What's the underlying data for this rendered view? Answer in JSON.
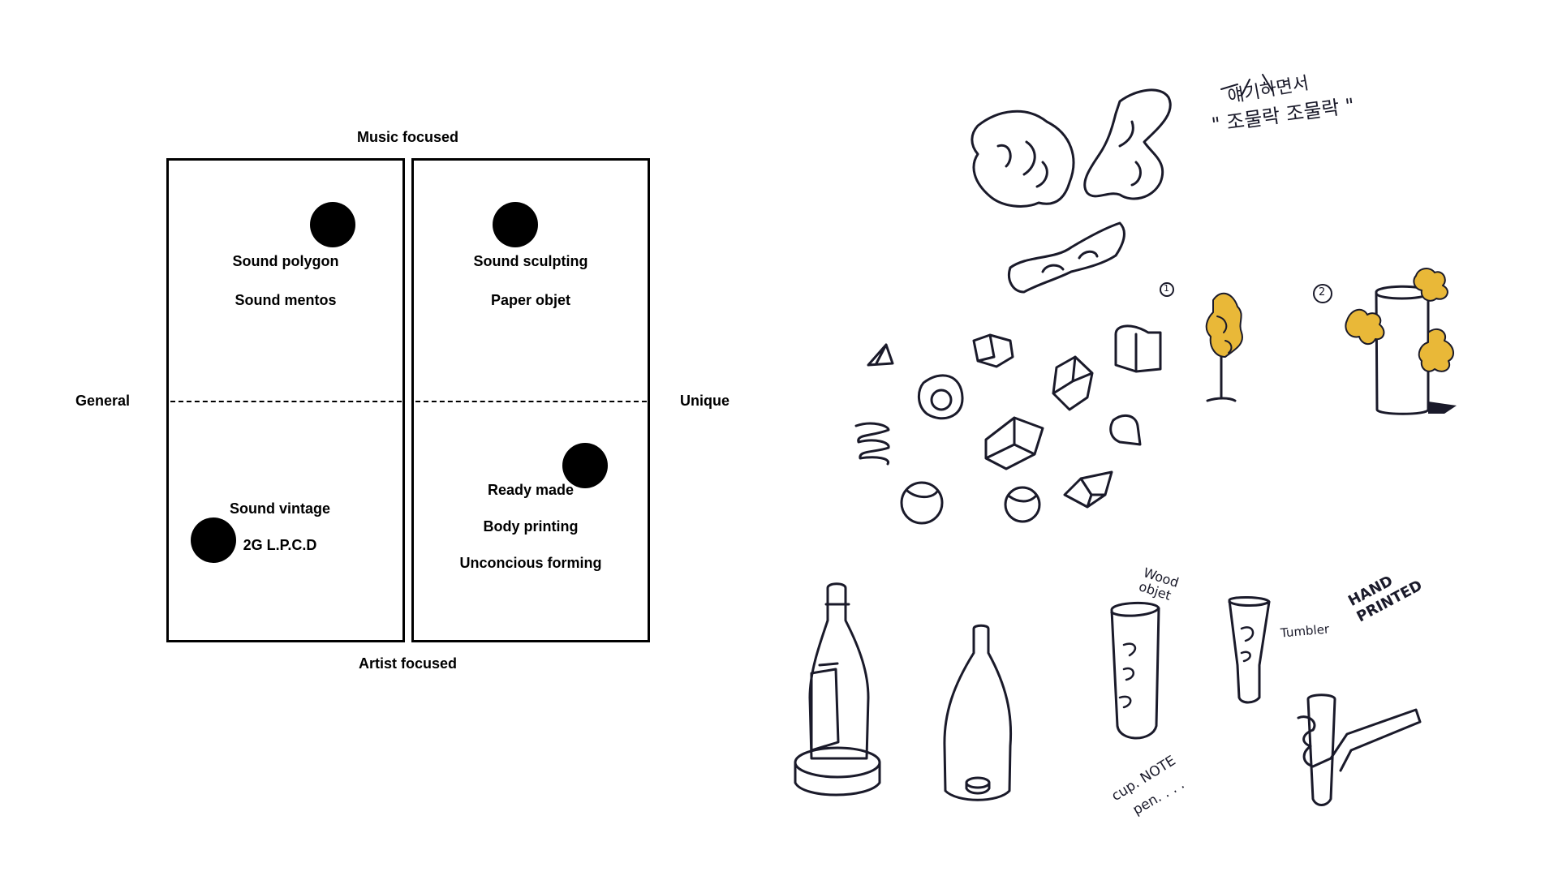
{
  "map": {
    "axes": {
      "top": "Music focused",
      "bottom": "Artist focused",
      "left": "General",
      "right": "Unique"
    },
    "quadrants": {
      "top_left": [
        "Sound polygon",
        "Sound mentos"
      ],
      "top_right": [
        "Sound sculpting",
        "Paper objet"
      ],
      "bottom_left": [
        "Sound vintage",
        "2G L.P.C.D"
      ],
      "bottom_right": [
        "Ready made",
        "Body printing",
        "Unconcious forming"
      ]
    }
  },
  "sketches": {
    "korean_note": "얘기하면서",
    "korean_quote": "\" 조물락 조물락 \"",
    "marker_1": "1",
    "marker_2": "2",
    "wood_objet": "Wood objet",
    "tumbler": "Tumbler",
    "hand_printed": "HAND PRINTED",
    "cup_note": "cup. NOTE",
    "pen": "pen. . . ."
  },
  "colors": {
    "ink": "#000000",
    "sketch_ink": "#1a1a2a",
    "accent_yellow": "#e9b838"
  }
}
